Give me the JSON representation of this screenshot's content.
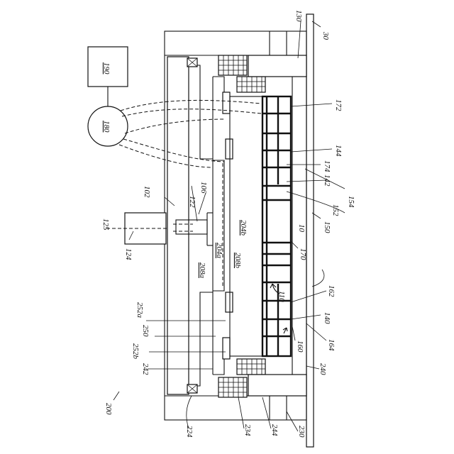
{
  "figure": {
    "labels": {
      "l30": "30",
      "l102": "102",
      "l106": "106",
      "l110": "110",
      "l122": "122",
      "l124": "124",
      "l125": "125",
      "l130": "130",
      "l140": "140",
      "l142": "142",
      "l144": "144",
      "l150": "150",
      "l152": "152",
      "l154": "154",
      "l160": "160",
      "l162": "162",
      "l164": "164",
      "l170": "170",
      "l172": "172",
      "l174": "174",
      "l180": "180",
      "l190": "190",
      "l200": "200",
      "l204a": "204a",
      "l204b": "204b",
      "l208a": "208a",
      "l208b": "208b",
      "l224": "224",
      "l230": "230",
      "l234": "234",
      "l240": "240",
      "l242": "242",
      "l244": "244",
      "l250": "250",
      "l252a": "252a",
      "l252b": "252b",
      "l10": "10"
    }
  }
}
